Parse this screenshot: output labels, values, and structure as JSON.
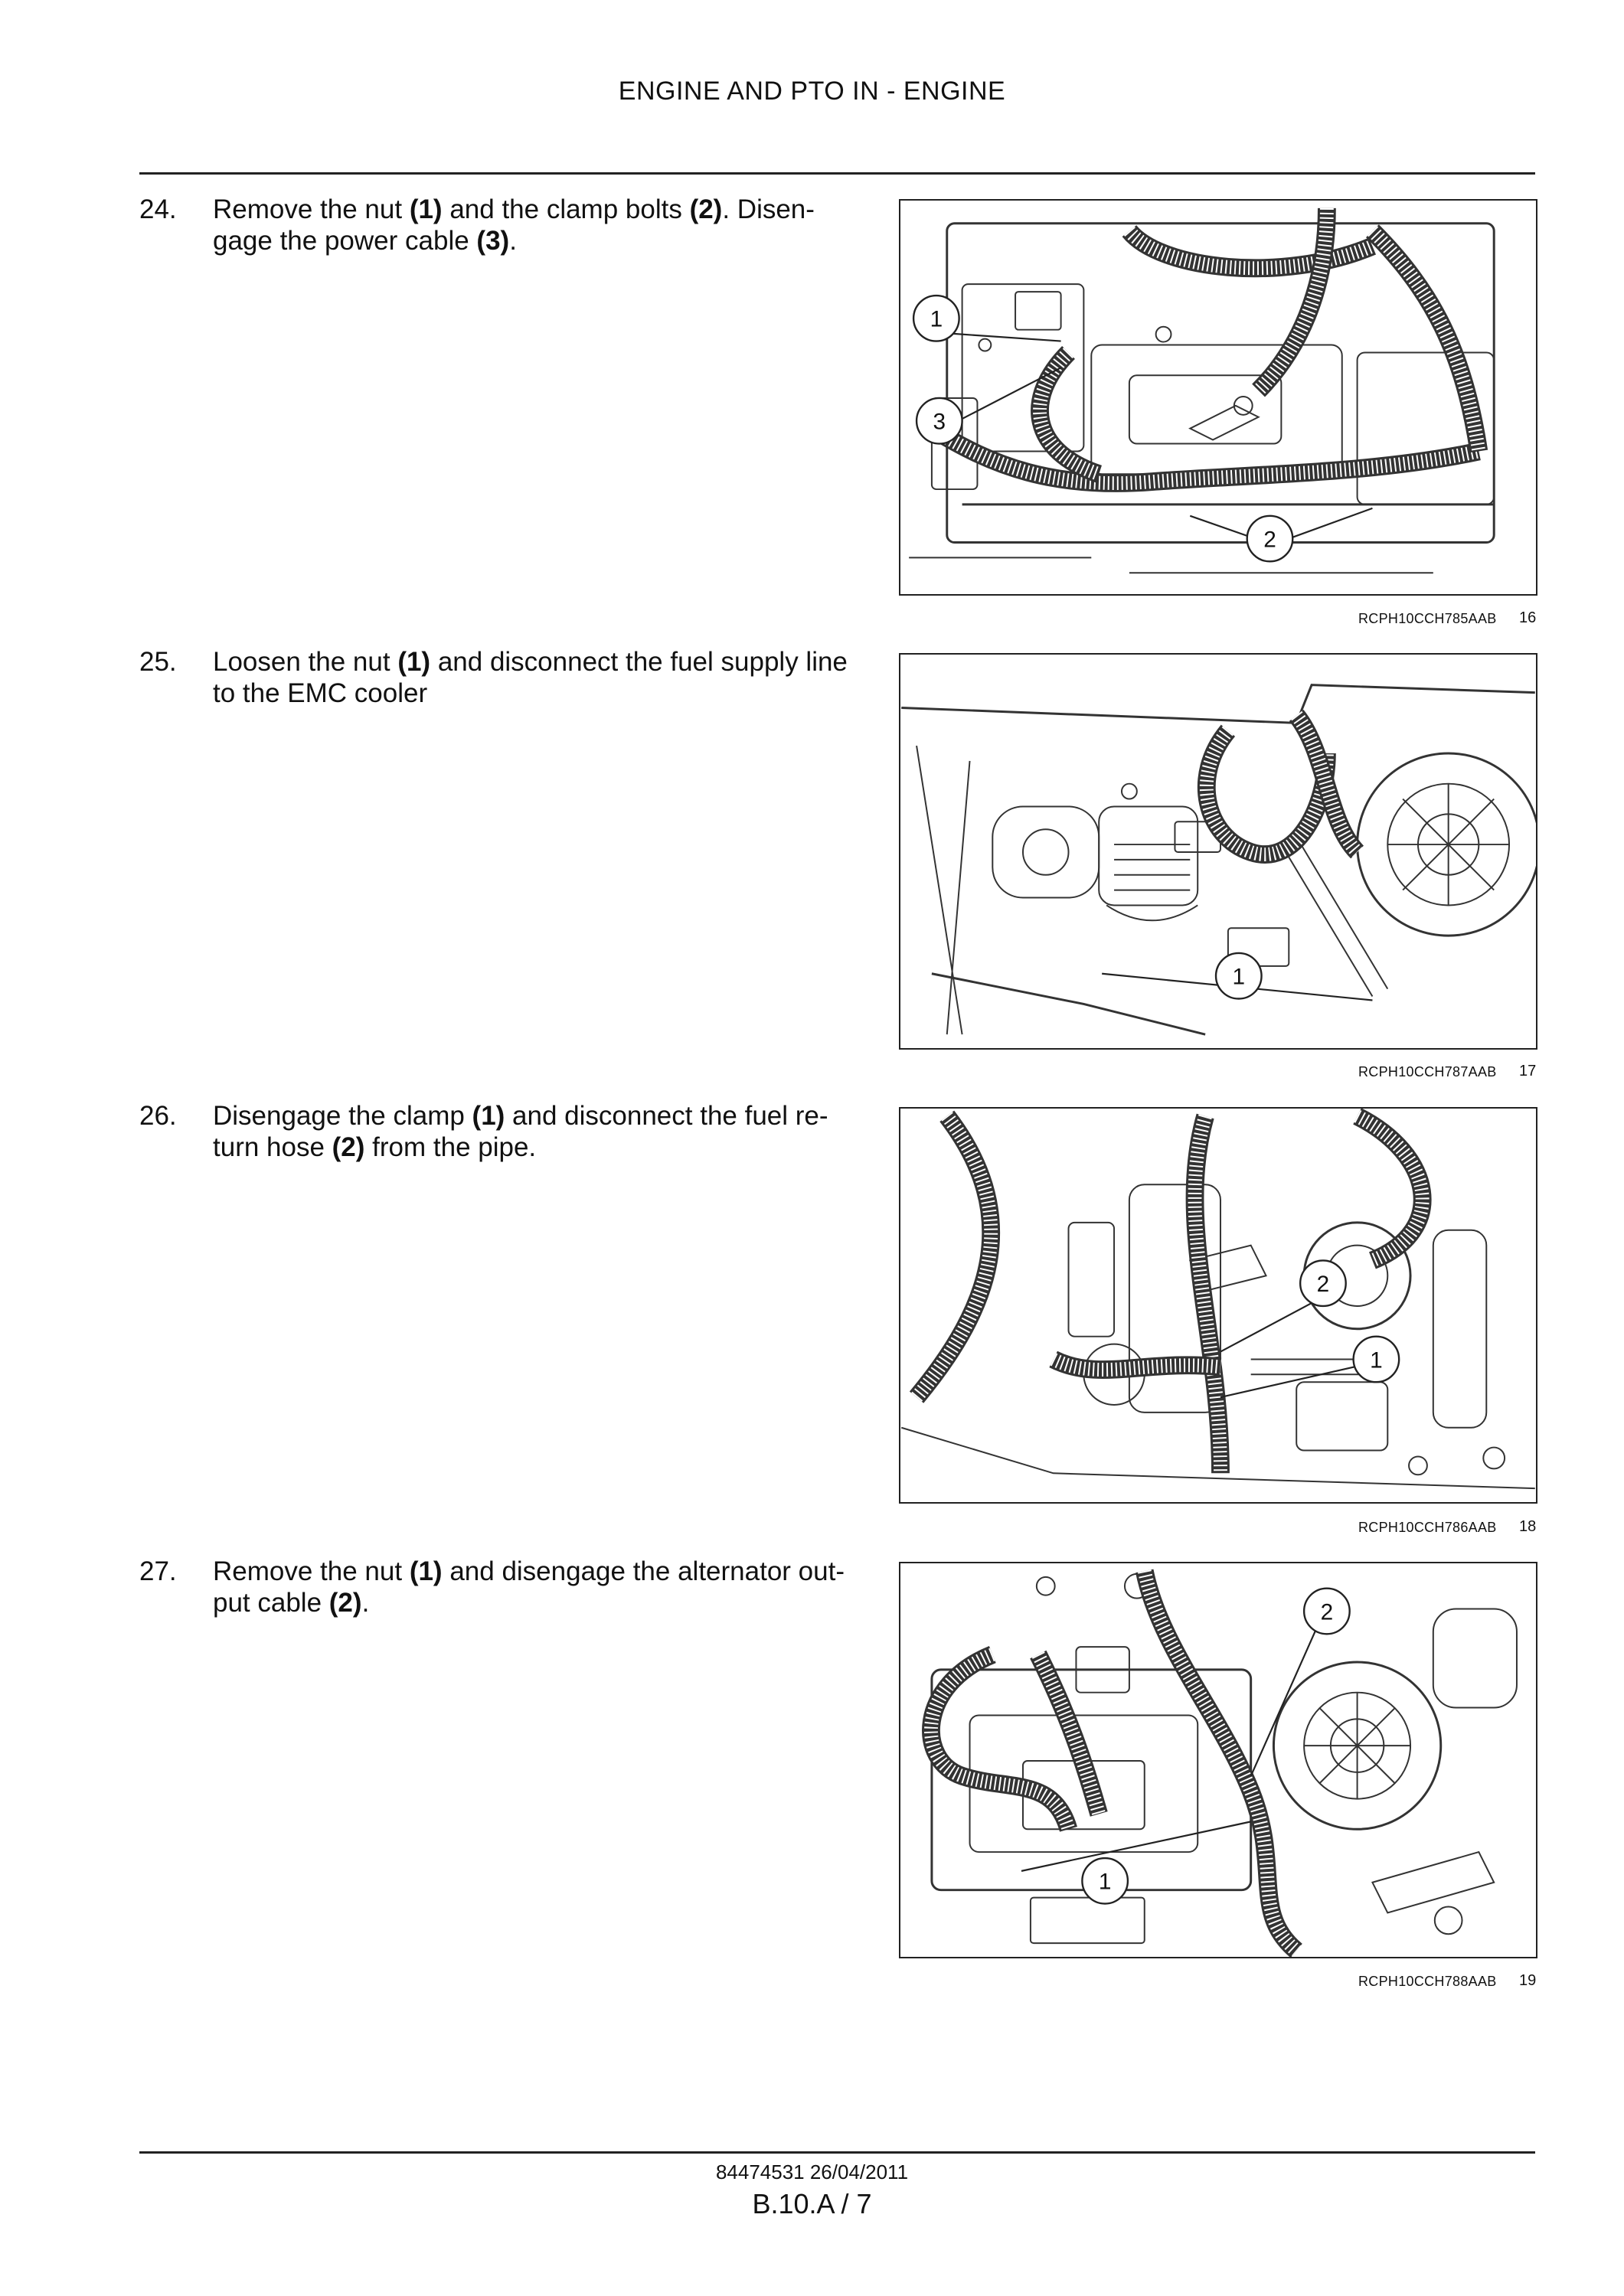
{
  "header": {
    "title": "ENGINE AND PTO IN - ENGINE"
  },
  "steps": [
    {
      "number": "24.",
      "text_html": "Remove the nut <b>(1)</b> and the clamp bolts <b>(2)</b>. Disen&shy;gage the power cable <b>(3)</b>.",
      "figure": {
        "code": "RCPH10CCH785AAB",
        "number": "16",
        "callouts": [
          "1",
          "3",
          "2"
        ]
      }
    },
    {
      "number": "25.",
      "text_html": "Loosen the nut <b>(1)</b> and disconnect the fuel supply line to the EMC cooler",
      "figure": {
        "code": "RCPH10CCH787AAB",
        "number": "17",
        "callouts": [
          "1"
        ]
      }
    },
    {
      "number": "26.",
      "text_html": "Disengage the clamp <b>(1)</b> and disconnect the fuel re&shy;turn hose <b>(2)</b> from the pipe.",
      "figure": {
        "code": "RCPH10CCH786AAB",
        "number": "18",
        "callouts": [
          "2",
          "1"
        ]
      }
    },
    {
      "number": "27.",
      "text_html": "Remove the nut <b>(1)</b> and disengage the alternator out&shy;put cable <b>(2)</b>.",
      "figure": {
        "code": "RCPH10CCH788AAB",
        "number": "19",
        "callouts": [
          "2",
          "1"
        ]
      }
    }
  ],
  "footer": {
    "doc": "84474531 26/04/2011",
    "page": "B.10.A / 7"
  }
}
